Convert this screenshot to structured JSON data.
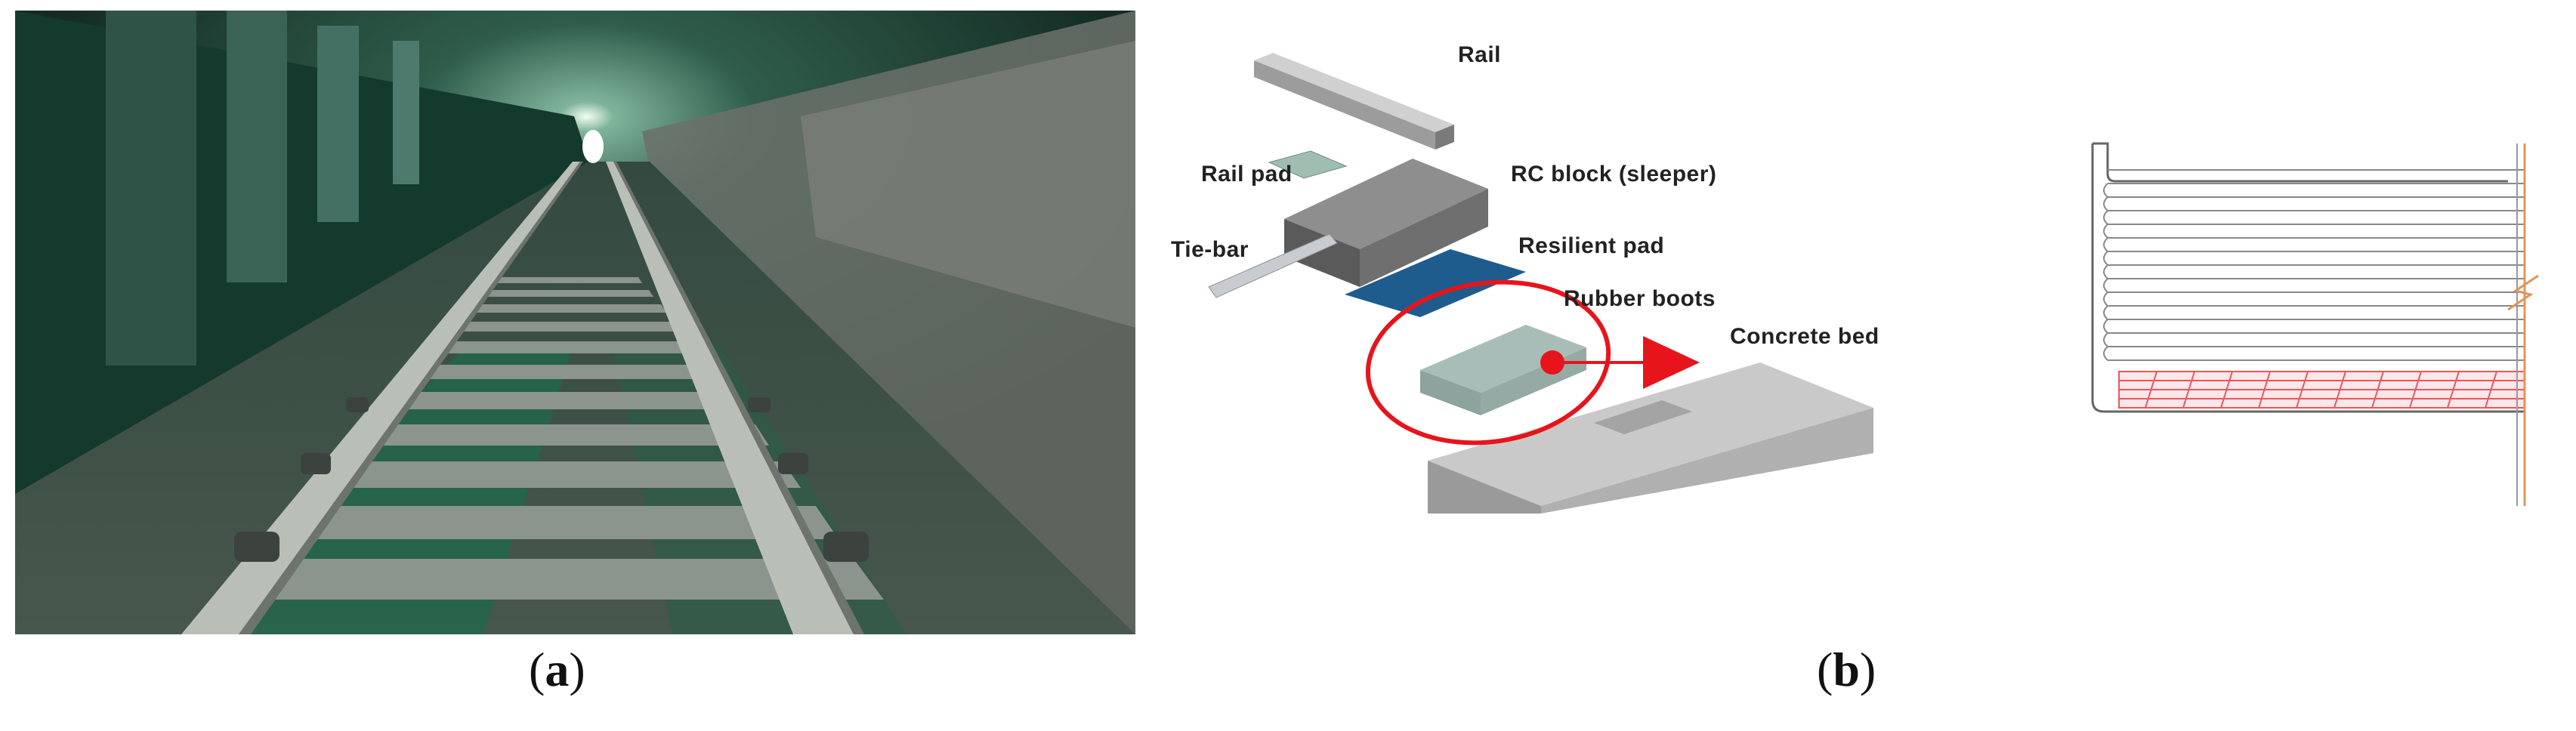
{
  "figure": {
    "panel_a": {
      "caption_open": "(",
      "caption_letter": "a",
      "caption_close": ")"
    },
    "panel_b": {
      "caption_open": "(",
      "caption_letter": "b",
      "caption_close": ")",
      "labels": {
        "rail": "Rail",
        "rail_pad": "Rail pad",
        "rc_block": "RC block (sleeper)",
        "tie_bar": "Tie-bar",
        "resilient_pad": "Resilient pad",
        "rubber_boots": "Rubber boots",
        "concrete_bed": "Concrete bed"
      }
    }
  },
  "colors": {
    "highlight_red": "#e8141b",
    "resilient_pad_blue": "#1f5c8e",
    "tunnel_green": "#1f4a3c",
    "hatch_red": "#e9575f"
  }
}
